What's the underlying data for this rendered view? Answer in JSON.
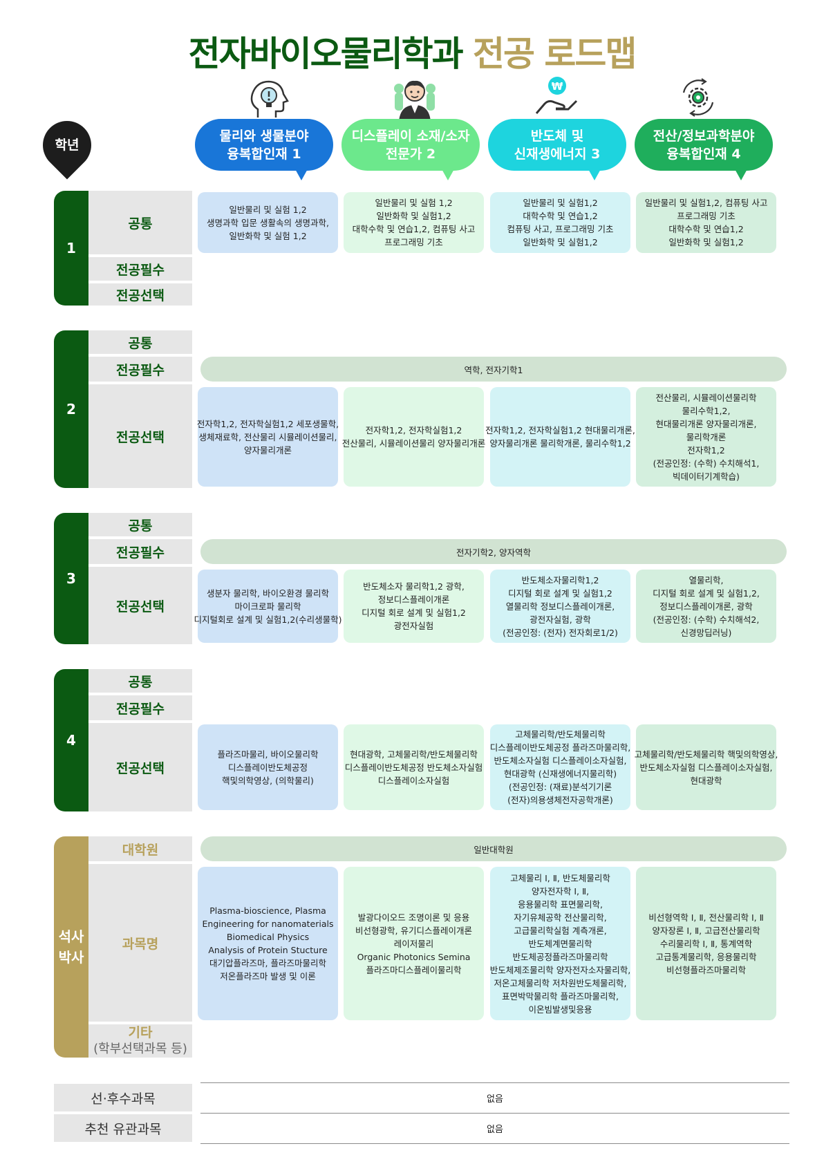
{
  "title": {
    "main": "전자바이오물리학과",
    "accent": "전공 로드맵"
  },
  "year_header": "학년",
  "tracks": [
    {
      "line1": "물리와 생물분야",
      "line2": "융복합인재 1",
      "icon": "idea-head-icon"
    },
    {
      "line1": "디스플레이 소재/소자",
      "line2": "전문가 2",
      "icon": "expert-person-icon"
    },
    {
      "line1": "반도체 및",
      "line2": "신재생에너지 3",
      "icon": "hand-coin-icon"
    },
    {
      "line1": "전산/정보과학분야",
      "line2": "융복합인재 4",
      "icon": "gear-cycle-icon"
    }
  ],
  "rows": {
    "common": "공통",
    "required": "전공필수",
    "elective": "전공선택",
    "grad": "대학원",
    "course_name": "과목명",
    "etc": "기타",
    "etc_sub": "(학부선택과목 등)"
  },
  "years": {
    "y1": {
      "label": "1",
      "common": [
        [
          "일반물리 및 실험 1,2",
          "생명과학 입문 생활속의 생명과학,",
          "일반화학 및 실험 1,2"
        ],
        [
          "일반물리 및 실험 1,2",
          "일반화학 및 실험1,2",
          "대학수학 및 연습1,2, 컴퓨팅 사고",
          "프로그래밍 기초"
        ],
        [
          "일반물리 및 실험1,2",
          "대학수학 및 연습1,2",
          "컴퓨팅 사고, 프로그래밍 기초",
          "일반화학 및 실험1,2"
        ],
        [
          "일반물리 및 실험1,2, 컴퓨팅 사고",
          "프로그래밍 기초",
          "대학수학 및 연습1,2",
          "일반화학 및 실험1,2"
        ]
      ]
    },
    "y2": {
      "label": "2",
      "required": "역학, 전자기학1",
      "elective": [
        [
          "전자학1,2, 전자학실험1,2 세포생물학,",
          "생체재료학, 전산물리 시뮬레이션물리,",
          "양자물리개론"
        ],
        [
          "전자학1,2, 전자학실험1,2",
          "전산물리, 시뮬레이션물리 양자물리개론"
        ],
        [
          "전자학1,2, 전자학실험1,2 현대물리개론,",
          "양자물리개론 물리학개론, 물리수학1,2"
        ],
        [
          "전산물리, 시뮬레이션물리학",
          "물리수학1,2,",
          "현대물리개론 양자물리개론,",
          "물리학개론",
          "전자학1,2",
          "(전공인정: (수학) 수치해석1,",
          "빅데이터기계학습)"
        ]
      ]
    },
    "y3": {
      "label": "3",
      "required": "전자기학2, 양자역학",
      "elective": [
        [
          "생분자 물리학, 바이오환경 물리학",
          "마이크로파 물리학",
          "디지털회로 설계 및 실험1,2(수리생물학)"
        ],
        [
          "반도체소자 물리학1,2 광학,",
          "정보디스플레이개론",
          "디지털 회로 설계 및 실험1,2",
          "광전자실험"
        ],
        [
          "반도체소자물리학1,2",
          "디지털 회로 설계 및 실험1,2",
          "열물리학 정보디스플레이개론,",
          "광전자실험, 광학",
          "(전공인정: (전자) 전자회로1/2)"
        ],
        [
          "열물리학,",
          "디지털 회로 설계 및 실험1,2,",
          "정보디스플레이개론, 광학",
          "(전공인정: (수학) 수치해석2,",
          "신경망딥러닝)"
        ]
      ]
    },
    "y4": {
      "label": "4",
      "elective": [
        [
          "플라즈마물리, 바이오물리학",
          "디스플레이반도체공정",
          "핵및의학영상, (의학물리)"
        ],
        [
          "현대광학, 고체물리학/반도체물리학",
          "디스플레이반도체공정 반도체소자실험",
          "디스플레이소자실험"
        ],
        [
          "고체물리학/반도체물리학",
          "디스플레이반도체공정 플라즈마물리학,",
          "반도체소자실험 디스플레이소자실험,",
          "현대광학 (신재생에너지물리학)",
          "(전공인정: (재료)분석기기론",
          "(전자)의용생체전자공학개론)"
        ],
        [
          "고체물리학/반도체물리학 핵및의학영상,",
          "반도체소자실험 디스플레이소자실험,",
          "현대광학"
        ]
      ]
    },
    "grad": {
      "label1": "석사",
      "label2": "박사",
      "grad_school": "일반대학원",
      "courses": [
        [
          "Plasma-bioscience, Plasma",
          "Engineering for nanomaterials",
          "Biomedical Physics",
          "Analysis of Protein Stucture",
          "대기압플라즈마, 플라즈마물리학",
          "저온플라즈마 발생 및 이론"
        ],
        [
          "발광다이오드 조명이론 및 응용",
          "비선형광학, 유기디스플레이개론",
          "레이저물리",
          "Organic Photonics Semina",
          "플라즈마디스플레이물리학"
        ],
        [
          "고체물리 Ⅰ, Ⅱ, 반도체물리학",
          "양자전자학 Ⅰ, Ⅱ,",
          "응용물리학 표면물리학,",
          "자기유체공학 전산물리학,",
          "고급물리학실험 계측개론,",
          "반도체계면물리학",
          "반도체공정플라즈마물리학",
          "반도체제조물리학 양자전자소자물리학,",
          "저온고체물리학 저차원반도체물리학,",
          "표면박막물리학 플라즈마물리학,",
          "이온빔발생및응용"
        ],
        [
          "비선형역학 Ⅰ, Ⅱ, 전산물리학 Ⅰ, Ⅱ",
          "양자장론 Ⅰ, Ⅱ, 고급전산물리학",
          "수리물리학 Ⅰ, Ⅱ, 통계역학",
          "고급통계물리학, 응용물리학",
          "비선형플라즈마물리학"
        ]
      ]
    }
  },
  "bottom": {
    "prereq_label": "선·후수과목",
    "prereq_value": "없음",
    "related_label": "추천 유관과목",
    "related_value": "없음"
  },
  "colors": {
    "dark_green": "#0b5a12",
    "gold": "#b7a15c",
    "track1": "#1976d8",
    "track2": "#6ce88c",
    "track3": "#1ed4de",
    "track4": "#1fae5c"
  }
}
